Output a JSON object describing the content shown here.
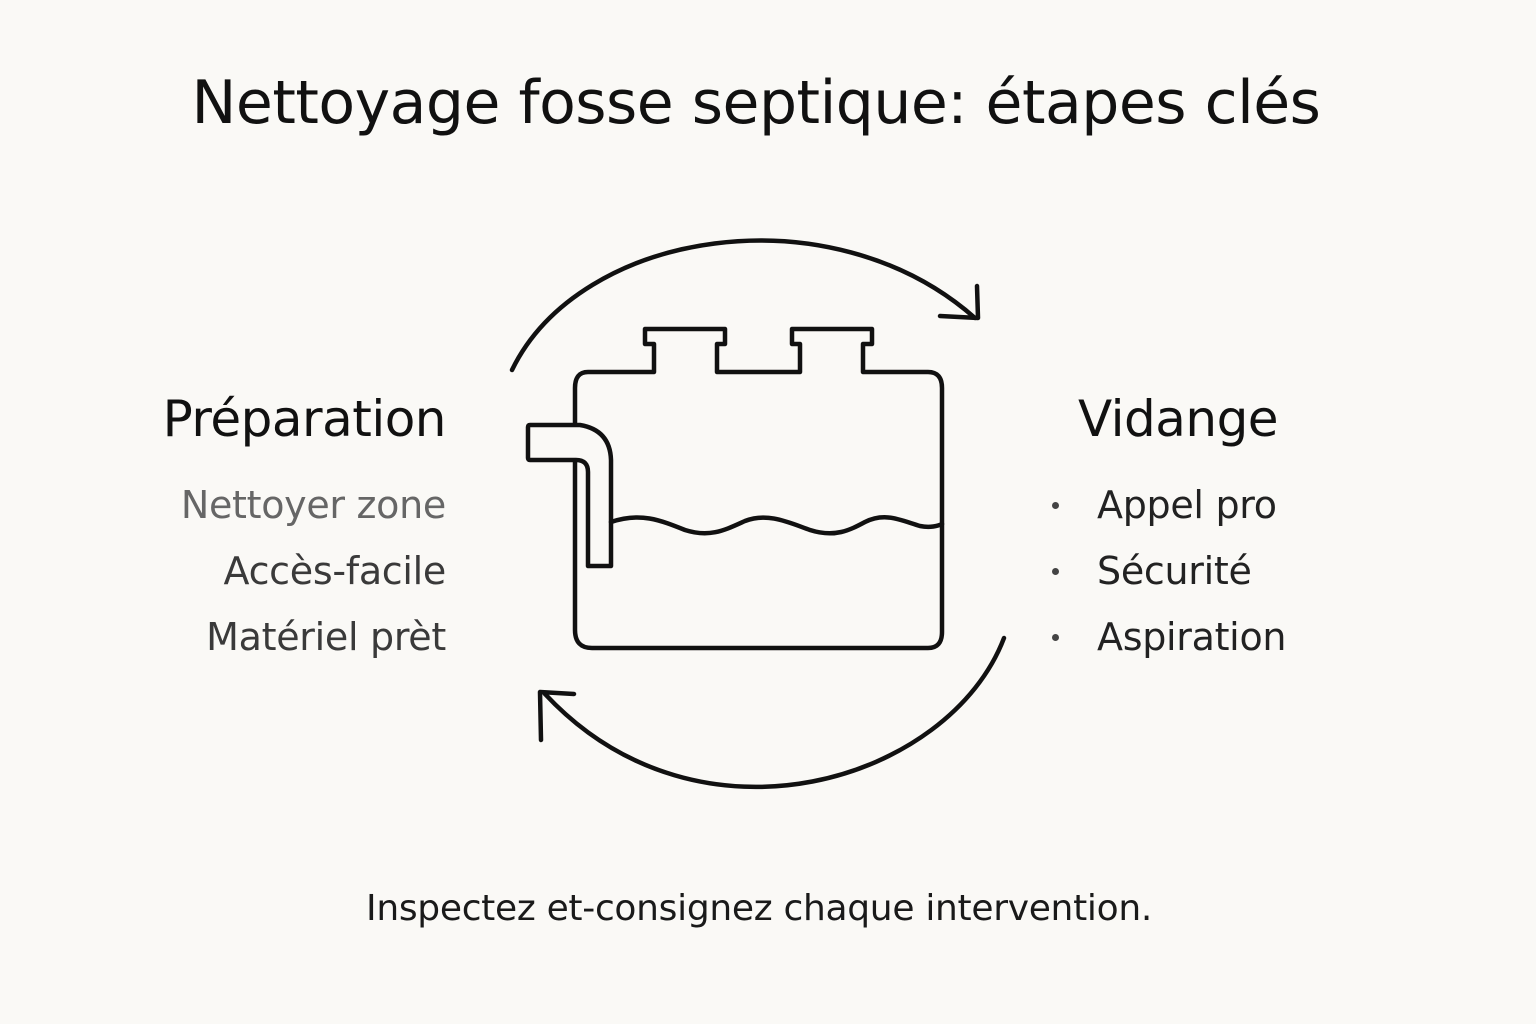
{
  "title": "Nettoyage fosse septique: étapes clés",
  "left_section": {
    "heading": "Préparation",
    "items": [
      "Nettoyer zone",
      "Accès-facile",
      "Matériel prèt"
    ]
  },
  "right_section": {
    "heading": "Vidange",
    "items": [
      "Appel pro",
      "Sécurité",
      "Aspiration"
    ]
  },
  "diagram": {
    "icon": "septic-tank-icon",
    "arrows": "cycle-arrows-icon"
  },
  "footer": "Inspectez et-consignez chaque intervention."
}
